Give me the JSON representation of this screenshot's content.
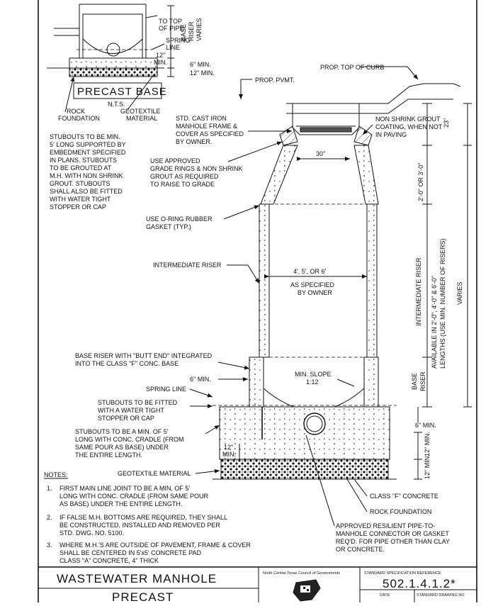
{
  "inset": {
    "to_top_of_pipe": [
      "TO TOP",
      "OF PIPE"
    ],
    "spring_line": [
      "SPRING",
      "LINE"
    ],
    "base_riser_varies": [
      "BASE",
      "RISER",
      "VARIES"
    ],
    "dim_12_min": [
      "12\"",
      "MIN."
    ],
    "dim_6_min": "6\" MIN.",
    "dim_12_min_b": "12\" MIN.",
    "title": "PRECAST BASE",
    "nts": "N.T.S.",
    "rock_foundation": [
      "ROCK",
      "FOUNDATION"
    ],
    "geotextile": [
      "GEOTEXTILE",
      "MATERIAL"
    ]
  },
  "labels": {
    "prop_top_of_curb": "PROP. TOP OF CURB",
    "prop_pvmt": "PROP. PVMT.",
    "stubouts_min5": [
      "STUBOUTS TO BE MIN.",
      "5' LONG SUPPORTED BY",
      "EMBEDMENT SPECIFIED",
      "IN PLANS.  STUBOUTS",
      "TO BE GROUTED AT",
      "M.H. WITH NON SHRINK",
      "GROUT.  STUBOUTS",
      "SHALL ALSO BE FITTED",
      "WITH WATER TIGHT",
      "STOPPER OR CAP"
    ],
    "cast_iron_frame": [
      "STD. CAST IRON",
      "MANHOLE FRAME &",
      "COVER AS SPECIFIED",
      "BY OWNER."
    ],
    "non_shrink_coating": [
      "NON SHRINK GROUT",
      "COATING, WHEN NOT",
      "IN PAVING"
    ],
    "grade_rings": [
      "USE APPROVED",
      "GRADE RINGS & NON SHRINK",
      "GROUT AS REQUIRED",
      "TO RAISE TO GRADE"
    ],
    "dim_30": "30\"",
    "dim_23": "23\"",
    "dim_2_or_3": "2'-0\" OR 3'-0\"",
    "o_ring": [
      "USE O-RING RUBBER",
      "GASKET (TYP.)"
    ],
    "intermediate_riser_label": "INTERMEDIATE RISER",
    "diameter": [
      "4', 5', OR 6'",
      "AS SPECIFIED",
      "BY OWNER"
    ],
    "intermediate_riser_vert": "INTERMEDIATE RISER",
    "available_lengths": [
      "AVAILABLE IN 2'-0\", 4'-0\" & 6'-0\"",
      "LENGTHS (USE MIN. NUMBER OF RISERS)"
    ],
    "varies": "VARIES",
    "base_riser_butt": [
      "BASE RISER WITH \"BUTT END\" INTEGRATED",
      "INTO THE CLASS \"F\" CONC. BASE"
    ],
    "six_min_left": "6\" MIN.",
    "min_slope": [
      "MIN. SLOPE",
      "1:12"
    ],
    "base_riser_vert": [
      "BASE",
      "RISER"
    ],
    "spring_line": "SPRING LINE",
    "stubouts_fitted": [
      "STUBOUTS TO BE FITTED",
      "WITH A WATER TIGHT",
      "STOPPER OR CAP"
    ],
    "six_min_right": "6\" MIN.",
    "stubouts_cradle": [
      "STUBOUTS TO BE A MIN. OF 5'",
      "LONG WITH CONC. CRADLE (FROM",
      "SAME POUR AS BASE) UNDER",
      "THE ENTIRE LENGTH."
    ],
    "twelve_min_left": [
      "12\"",
      "MIN."
    ],
    "twelve_min_r1": "12\" MIN.",
    "twelve_min_r2": "12\" MIN.",
    "geotextile_material": "GEOTEXTILE MATERIAL",
    "class_f": "CLASS \"F\" CONCRETE",
    "rock_foundation": "ROCK FOUNDATION",
    "resilient": [
      "APPROVED RESILIENT PIPE-TO-",
      "MANHOLE CONNECTOR OR GASKET",
      "REQ'D. FOR PIPE OTHER THAN CLAY",
      "OR CONCRETE."
    ]
  },
  "notes": {
    "heading": "NOTES:",
    "items": [
      {
        "num": "1.",
        "lines": [
          "FIRST MAIN LINE JOINT TO BE A MIN. OF 5'",
          "LONG WITH CONC. CRADLE (FROM SAME POUR",
          "AS BASE) UNDER THE ENTIRE LENGTH."
        ]
      },
      {
        "num": "2.",
        "lines": [
          "IF FALSE M.H. BOTTOMS ARE REQUIRED, THEY SHALL",
          "BE CONSTRUCTED, INSTALLED AND REMOVED PER",
          "STD. DWG. NO. 5100."
        ]
      },
      {
        "num": "3.",
        "lines": [
          "WHERE M.H.'S ARE OUTSIDE OF PAVEMENT, FRAME & COVER",
          "SHALL BE CENTERED IN 5'x5' CONCRETE PAD",
          "CLASS \"A\" CONCRETE, 4\" THICK"
        ]
      }
    ]
  },
  "title_block": {
    "title1": "WASTEWATER MANHOLE",
    "title2": "PRECAST",
    "org": "North Central Texas Council of Governments",
    "spec_ref_label": "STANDARD SPECIFICATION REFERENCE",
    "spec_ref": "502.1.4.1.2*",
    "date_label": "DATE",
    "drawing_no_label": "STANDARD DRAWING NO"
  }
}
